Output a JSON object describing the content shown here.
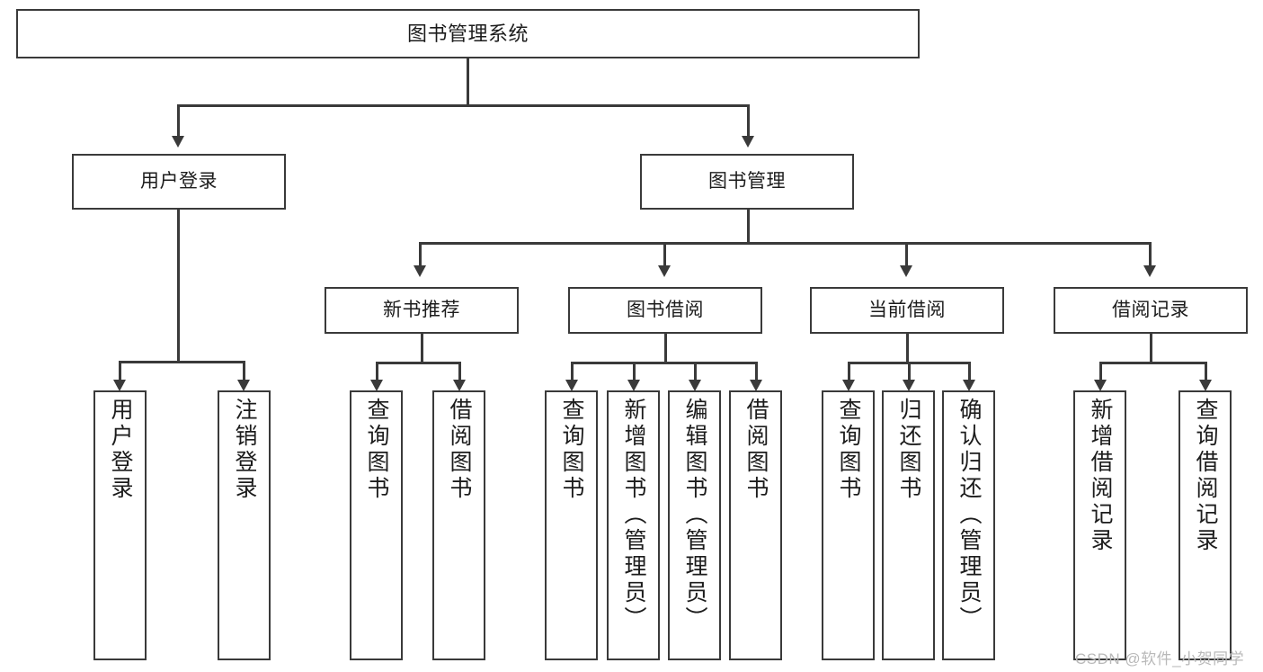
{
  "diagram": {
    "title": "图书管理系统",
    "type": "tree-hierarchy-diagram",
    "colors": {
      "stroke": "#3a3a3a",
      "fill": "#ffffff",
      "text": "#1c1c1c",
      "watermark": "#b9b9b9"
    },
    "nodes": {
      "root": {
        "label": "图书管理系统"
      },
      "level2": [
        {
          "label": "用户登录"
        },
        {
          "label": "图书管理"
        }
      ],
      "level3": [
        {
          "label": "新书推荐"
        },
        {
          "label": "图书借阅"
        },
        {
          "label": "当前借阅"
        },
        {
          "label": "借阅记录"
        }
      ],
      "leaves": {
        "user_login": [
          {
            "label": "用户登录"
          },
          {
            "label": "注销登录"
          }
        ],
        "new_book_recommend": [
          {
            "label": "查询图书"
          },
          {
            "label": "借阅图书"
          }
        ],
        "book_borrow": [
          {
            "label": "查询图书"
          },
          {
            "label": "新增图书（管理员）"
          },
          {
            "label": "编辑图书（管理员）"
          },
          {
            "label": "借阅图书"
          }
        ],
        "current_borrow": [
          {
            "label": "查询图书"
          },
          {
            "label": "归还图书"
          },
          {
            "label": "确认归还（管理员）"
          }
        ],
        "borrow_record": [
          {
            "label": "新增借阅记录"
          },
          {
            "label": "查询借阅记录"
          }
        ]
      }
    },
    "watermark": "CSDN @软件_小贺同学"
  }
}
